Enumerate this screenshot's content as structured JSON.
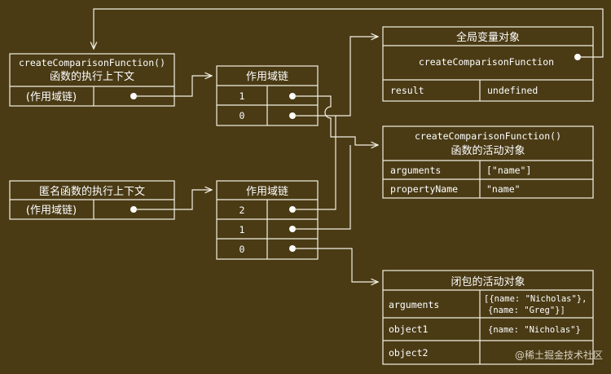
{
  "top_context": {
    "title_line1": "createComparisonFunction()",
    "title_line2": "函数的执行上下文",
    "scope_label": "(作用域链)"
  },
  "anon_context": {
    "title": "匿名函数的执行上下文",
    "scope_label": "(作用域链)"
  },
  "scope_chain_top": {
    "title": "作用域链",
    "rows": [
      "1",
      "0"
    ]
  },
  "scope_chain_bottom": {
    "title": "作用域链",
    "rows": [
      "2",
      "1",
      "0"
    ]
  },
  "global_object": {
    "title": "全局变量对象",
    "function_name": "createComparisonFunction",
    "rows": [
      {
        "key": "result",
        "value": "undefined"
      }
    ]
  },
  "activation_object": {
    "title_line1": "createComparisonFunction()",
    "title_line2": "函数的活动对象",
    "rows": [
      {
        "key": "arguments",
        "value": "[\"name\"]"
      },
      {
        "key": "propertyName",
        "value": "\"name\""
      }
    ]
  },
  "closure_object": {
    "title": "闭包的活动对象",
    "rows": [
      {
        "key": "arguments",
        "value_lines": [
          "[{name: \"Nicholas\"},",
          "{name: \"Greg\"}]"
        ]
      },
      {
        "key": "object1",
        "value_lines": [
          "{name: \"Nicholas\"}"
        ]
      },
      {
        "key": "object2",
        "value_lines": [
          ""
        ]
      }
    ]
  },
  "watermark": "@稀土掘金技术社区",
  "colors": {
    "background": "#4a3b15",
    "stroke": "#f4f0e2"
  }
}
